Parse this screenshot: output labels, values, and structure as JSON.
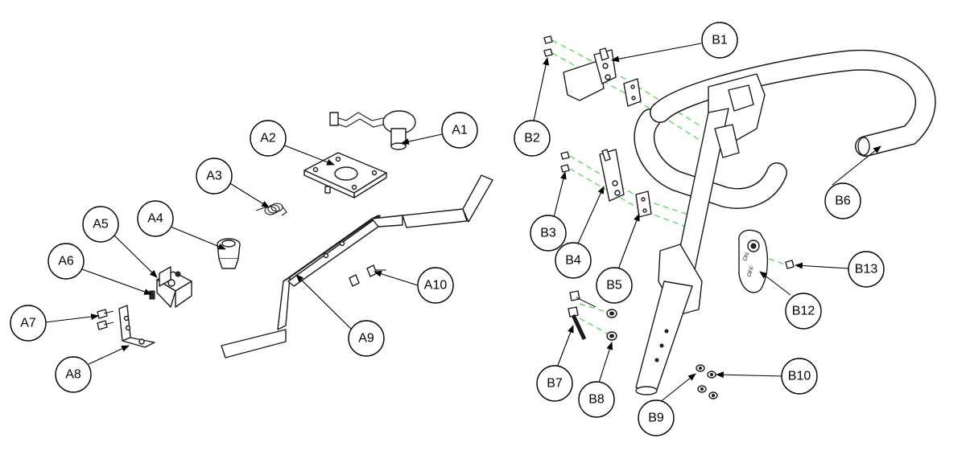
{
  "callouts": {
    "A1": "A1",
    "A2": "A2",
    "A3": "A3",
    "A4": "A4",
    "A5": "A5",
    "A6": "A6",
    "A7": "A7",
    "A8": "A8",
    "A9": "A9",
    "A10": "A10",
    "B1": "B1",
    "B2": "B2",
    "B3": "B3",
    "B4": "B4",
    "B5": "B5",
    "B6": "B6",
    "B7": "B7",
    "B8": "B8",
    "B9": "B9",
    "B10": "B10",
    "B12": "B12",
    "B13": "B13"
  },
  "colors": {
    "guide_lines": "#3adf3a",
    "ink": "#000000",
    "background": "#ffffff"
  }
}
